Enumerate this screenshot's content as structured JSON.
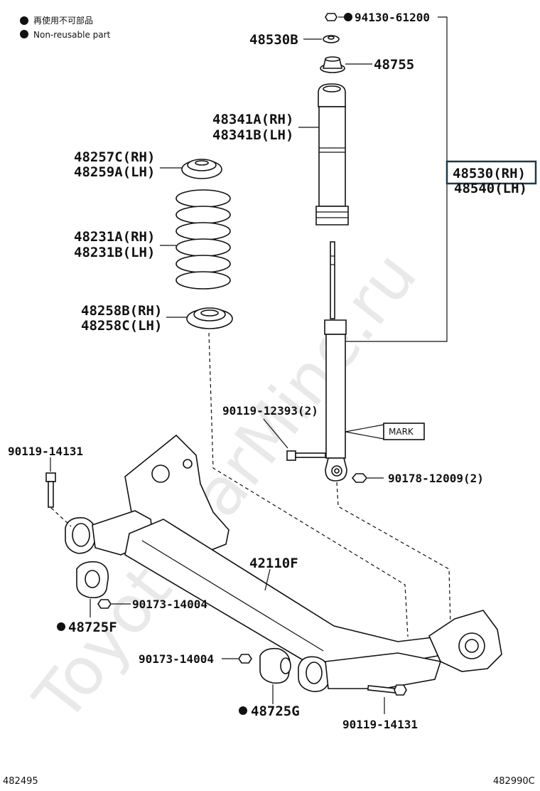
{
  "legend": {
    "line1": "再使用不可部品",
    "line2": "Non-reusable part"
  },
  "watermark": "ToyotaCarMine.ru",
  "parts": {
    "p94130": "94130-61200",
    "p48530B": "48530B",
    "p48755": "48755",
    "p48341A": "48341A(RH)",
    "p48341B": "48341B(LH)",
    "p48257C": "48257C(RH)",
    "p48259A": "48259A(LH)",
    "p48530": "48530(RH)",
    "p48540": "48540(LH)",
    "p48231A": "48231A(RH)",
    "p48231B": "48231B(LH)",
    "p48258B": "48258B(RH)",
    "p48258C": "48258C(LH)",
    "p90119_12393": "90119-12393(2)",
    "mark": "MARK",
    "p90119_14131_top": "90119-14131",
    "p90178": "90178-12009(2)",
    "p42110F": "42110F",
    "p90173_upper": "90173-14004",
    "p48725F": "48725F",
    "p90173_lower": "90173-14004",
    "p48725G": "48725G",
    "p90119_14131_bottom": "90119-14131"
  },
  "footer": {
    "left": "482495",
    "right": "482990C"
  },
  "colors": {
    "highlight_border": "#1e3a48",
    "watermark": "#d8d8d8"
  }
}
